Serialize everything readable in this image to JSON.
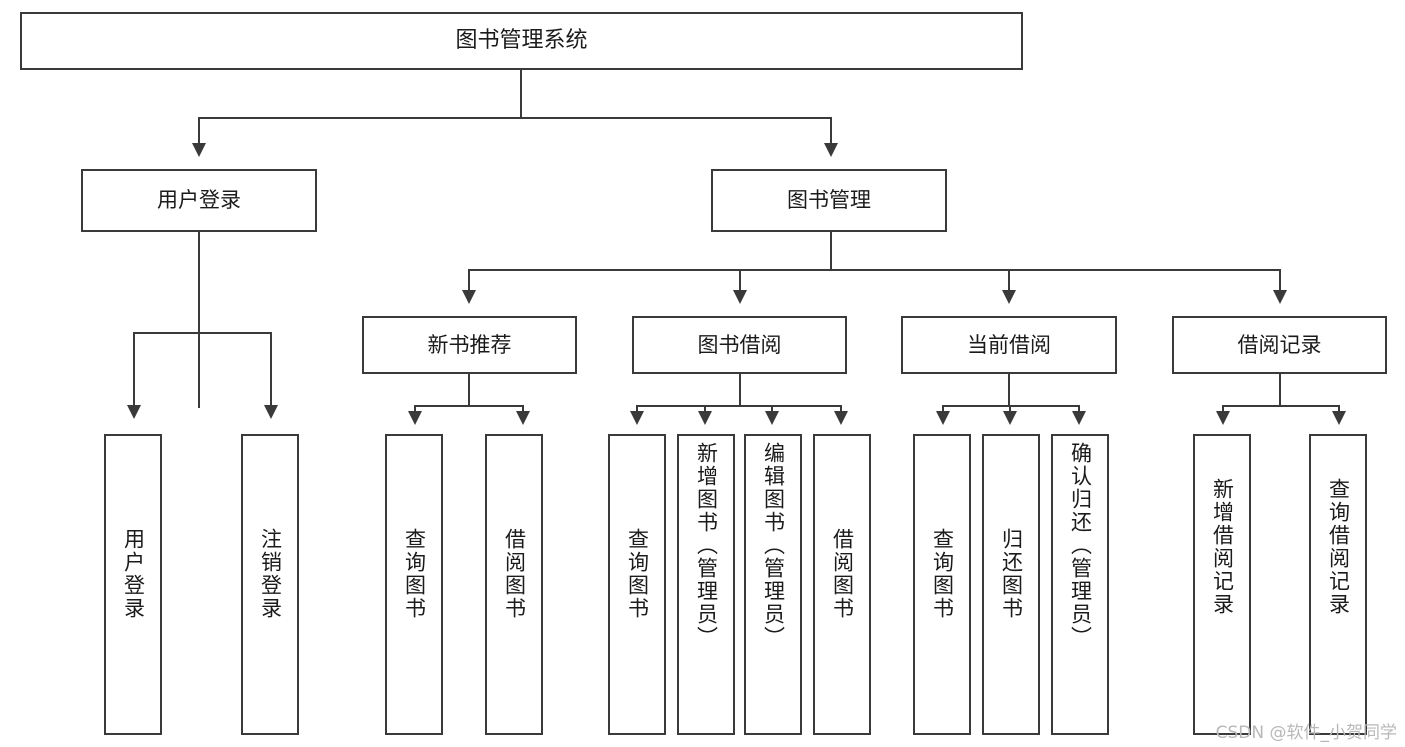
{
  "diagram": {
    "type": "tree",
    "title": "图书管理系统",
    "watermark": "CSDN @软件_小贺同学",
    "levels": {
      "root": {
        "label": "图书管理系统"
      },
      "level2": [
        {
          "label": "用户登录"
        },
        {
          "label": "图书管理"
        }
      ],
      "level3": [
        {
          "label": "新书推荐"
        },
        {
          "label": "图书借阅"
        },
        {
          "label": "当前借阅"
        },
        {
          "label": "借阅记录"
        }
      ],
      "leaves": {
        "user_login": [
          {
            "label": "用户登录"
          },
          {
            "label": "注销登录"
          }
        ],
        "new_book": [
          {
            "label": "查询图书"
          },
          {
            "label": "借阅图书"
          }
        ],
        "book_borrow": [
          {
            "label": "查询图书"
          },
          {
            "label": "新增图书（管理员）"
          },
          {
            "label": "编辑图书（管理员）"
          },
          {
            "label": "借阅图书"
          }
        ],
        "current_borrow": [
          {
            "label": "查询图书"
          },
          {
            "label": "归还图书"
          },
          {
            "label": "确认归还（管理员）"
          }
        ],
        "borrow_record": [
          {
            "label": "新增借阅记录"
          },
          {
            "label": "查询借阅记录"
          }
        ]
      }
    },
    "colors": {
      "stroke": "#3a3a3a",
      "fill": "#ffffff",
      "text": "#1b1b1b",
      "watermark": "#b8b8b8"
    }
  }
}
